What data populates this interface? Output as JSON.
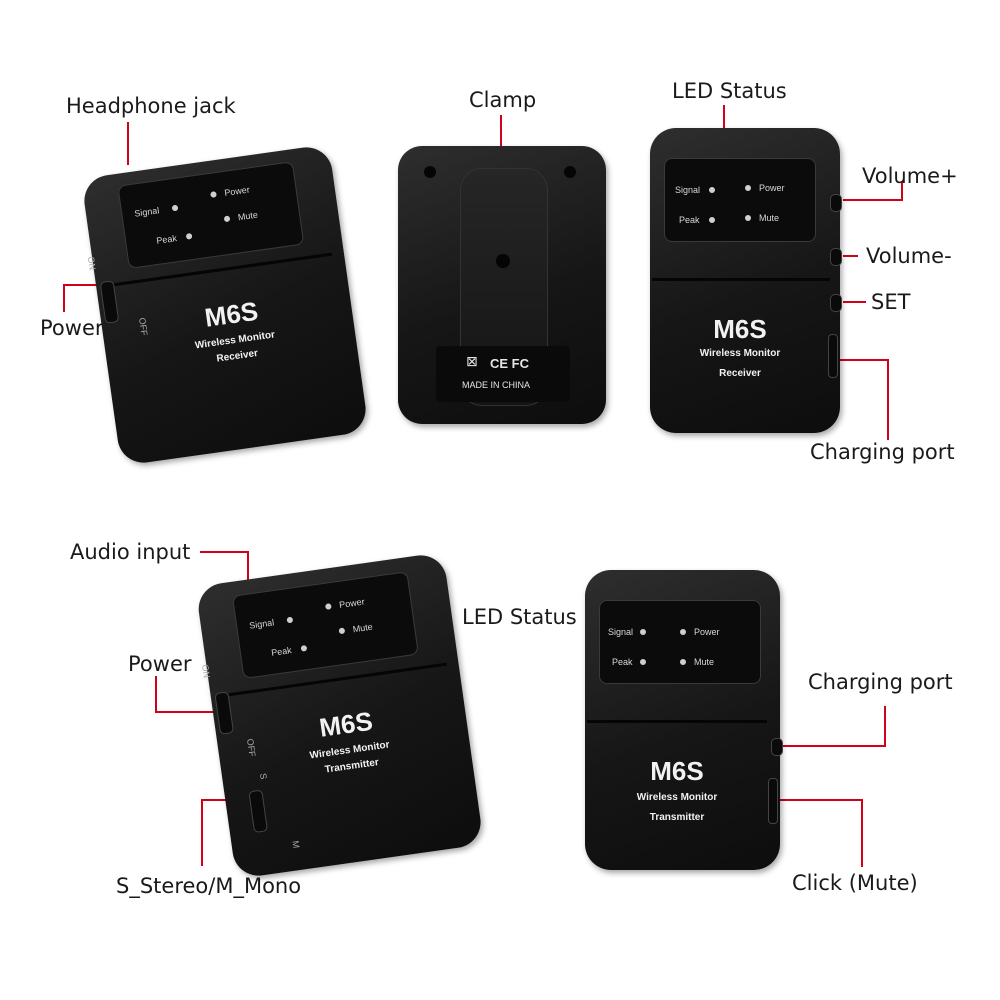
{
  "callouts": {
    "headphone_jack": "Headphone jack",
    "power_top": "Power",
    "clamp": "Clamp",
    "led_status_top": "LED Status",
    "volume_plus": "Volume+",
    "volume_minus": "Volume-",
    "set": "SET",
    "charging_port_top": "Charging port",
    "audio_input": "Audio input",
    "power_bottom": "Power",
    "led_status_bottom": "LED Status",
    "stereo_mono": "S_Stereo/M_Mono",
    "charging_port_bottom": "Charging port",
    "click_mute": "Click (Mute)"
  },
  "device_labels": {
    "signal": "Signal",
    "peak": "Peak",
    "power": "Power",
    "mute": "Mute",
    "model": "M6S",
    "subtitle": "Wireless Monitor",
    "receiver": "Receiver",
    "transmitter": "Transmitter",
    "switch_on": "ON",
    "switch_off": "OFF",
    "switch_s": "S",
    "switch_m": "M",
    "made_in": "MADE IN CHINA",
    "cert_marks": "CE FC"
  },
  "colors": {
    "callout_line": "#d0021b",
    "device_body": "#1a1a1a"
  }
}
